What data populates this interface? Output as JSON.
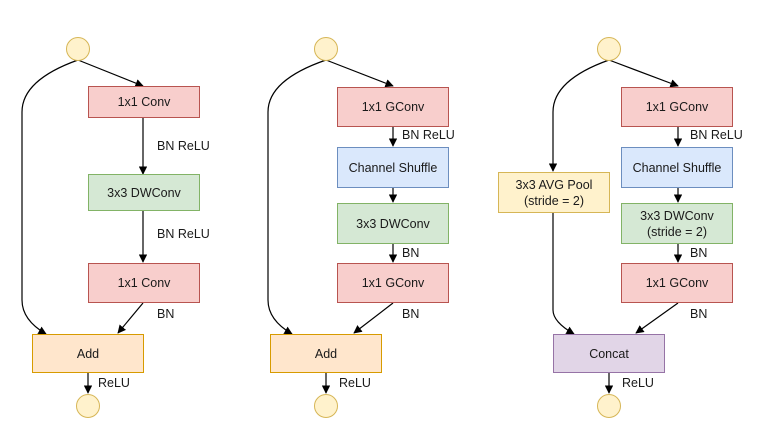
{
  "diagram_a": {
    "conv1": "1x1 Conv",
    "dwconv": "3x3 DWConv",
    "conv2": "1x1 Conv",
    "add": "Add",
    "label_bn_relu_1": "BN ReLU",
    "label_bn_relu_2": "BN ReLU",
    "label_bn": "BN",
    "label_relu": "ReLU"
  },
  "diagram_b": {
    "gconv1": "1x1 GConv",
    "shuffle": "Channel Shuffle",
    "dwconv": "3x3 DWConv",
    "gconv2": "1x1 GConv",
    "add": "Add",
    "label_bn_relu": "BN ReLU",
    "label_bn_1": "BN",
    "label_bn_2": "BN",
    "label_relu": "ReLU"
  },
  "diagram_c": {
    "gconv1": "1x1 GConv",
    "shuffle": "Channel Shuffle",
    "dwconv_line1": "3x3 DWConv",
    "dwconv_line2": "(stride = 2)",
    "avgpool_line1": "3x3 AVG Pool",
    "avgpool_line2": "(stride = 2)",
    "gconv2": "1x1 GConv",
    "concat": "Concat",
    "label_bn_relu": "BN ReLU",
    "label_bn_1": "BN",
    "label_bn_2": "BN",
    "label_relu": "ReLU"
  },
  "colors": {
    "conv_fill": "#f8cecc",
    "conv_stroke": "#b85450",
    "dwconv_fill": "#d5e8d4",
    "dwconv_stroke": "#82b366",
    "shuffle_fill": "#dae8fc",
    "shuffle_stroke": "#6c8ebf",
    "add_fill": "#ffe6cc",
    "add_stroke": "#d79b00",
    "pool_fill": "#fff2cc",
    "pool_stroke": "#d6b656",
    "concat_fill": "#e1d5e7",
    "concat_stroke": "#9673a6",
    "node_fill": "#fff2cc",
    "node_stroke": "#d6b656",
    "edge": "#000000"
  }
}
